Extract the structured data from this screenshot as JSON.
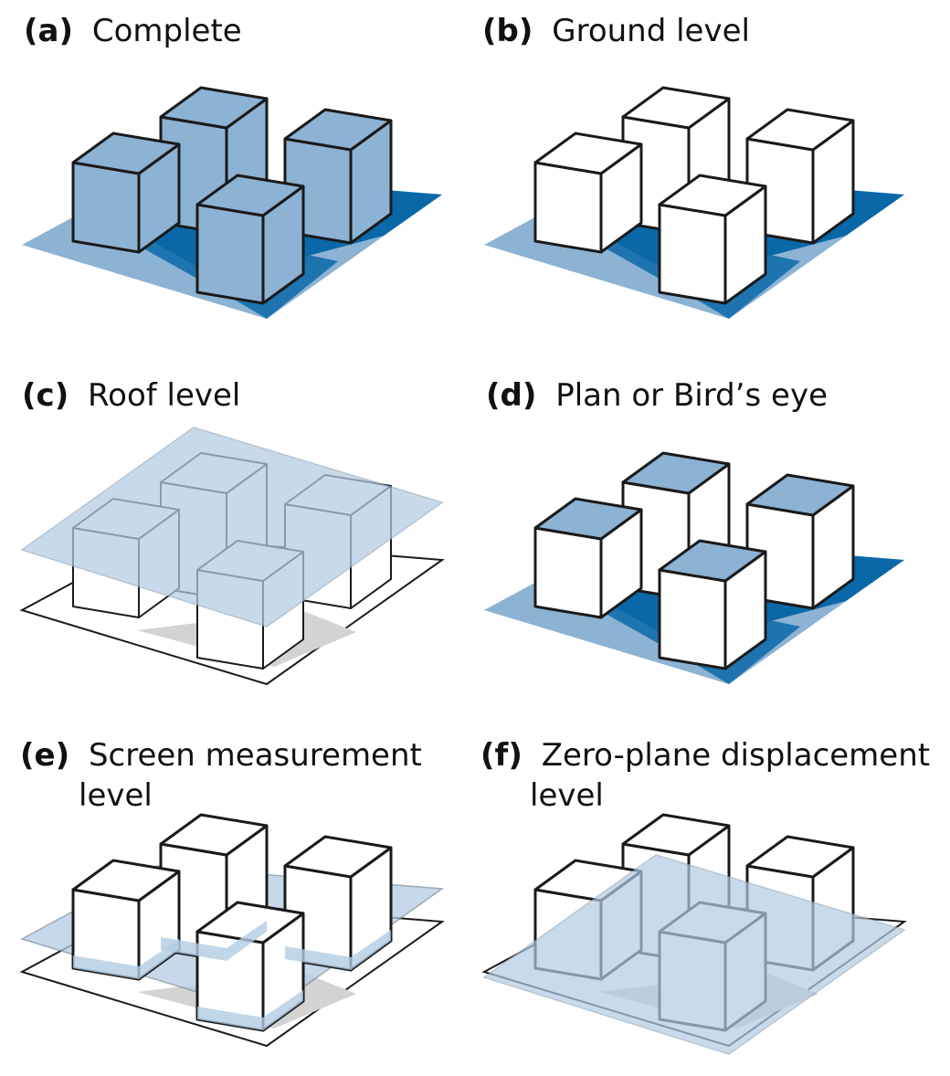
{
  "colors": {
    "ground_light": "#8cb2d4",
    "ground_dark": "#0a68a8",
    "cube_blue": "#8cb2d4",
    "cube_white": "#ffffff",
    "outline": "#1a1a1a",
    "translucent_plane": "#b3cce3",
    "shadow_grey": "#d3d3d3"
  },
  "panels": [
    {
      "id": "a",
      "label": "(a)",
      "title_line1": "Complete",
      "title_line2": "",
      "cube_style": "blue",
      "ground_style": "blue",
      "plane": "none"
    },
    {
      "id": "b",
      "label": "(b)",
      "title_line1": "Ground level",
      "title_line2": "",
      "cube_style": "white",
      "ground_style": "blue",
      "plane": "none"
    },
    {
      "id": "c",
      "label": "(c)",
      "title_line1": "Roof level",
      "title_line2": "",
      "cube_style": "white",
      "ground_style": "outline",
      "plane": "roof"
    },
    {
      "id": "d",
      "label": "(d)",
      "title_line1": "Plan or Bird’s eye",
      "title_line2": "",
      "cube_style": "top-blue",
      "ground_style": "blue",
      "plane": "none"
    },
    {
      "id": "e",
      "label": "(e)",
      "title_line1": "Screen measurement",
      "title_line2": "level",
      "cube_style": "white",
      "ground_style": "outline",
      "plane": "screen"
    },
    {
      "id": "f",
      "label": "(f)",
      "title_line1": "Zero-plane displacement",
      "title_line2": "level",
      "cube_style": "white",
      "ground_style": "outline",
      "plane": "zero"
    }
  ]
}
